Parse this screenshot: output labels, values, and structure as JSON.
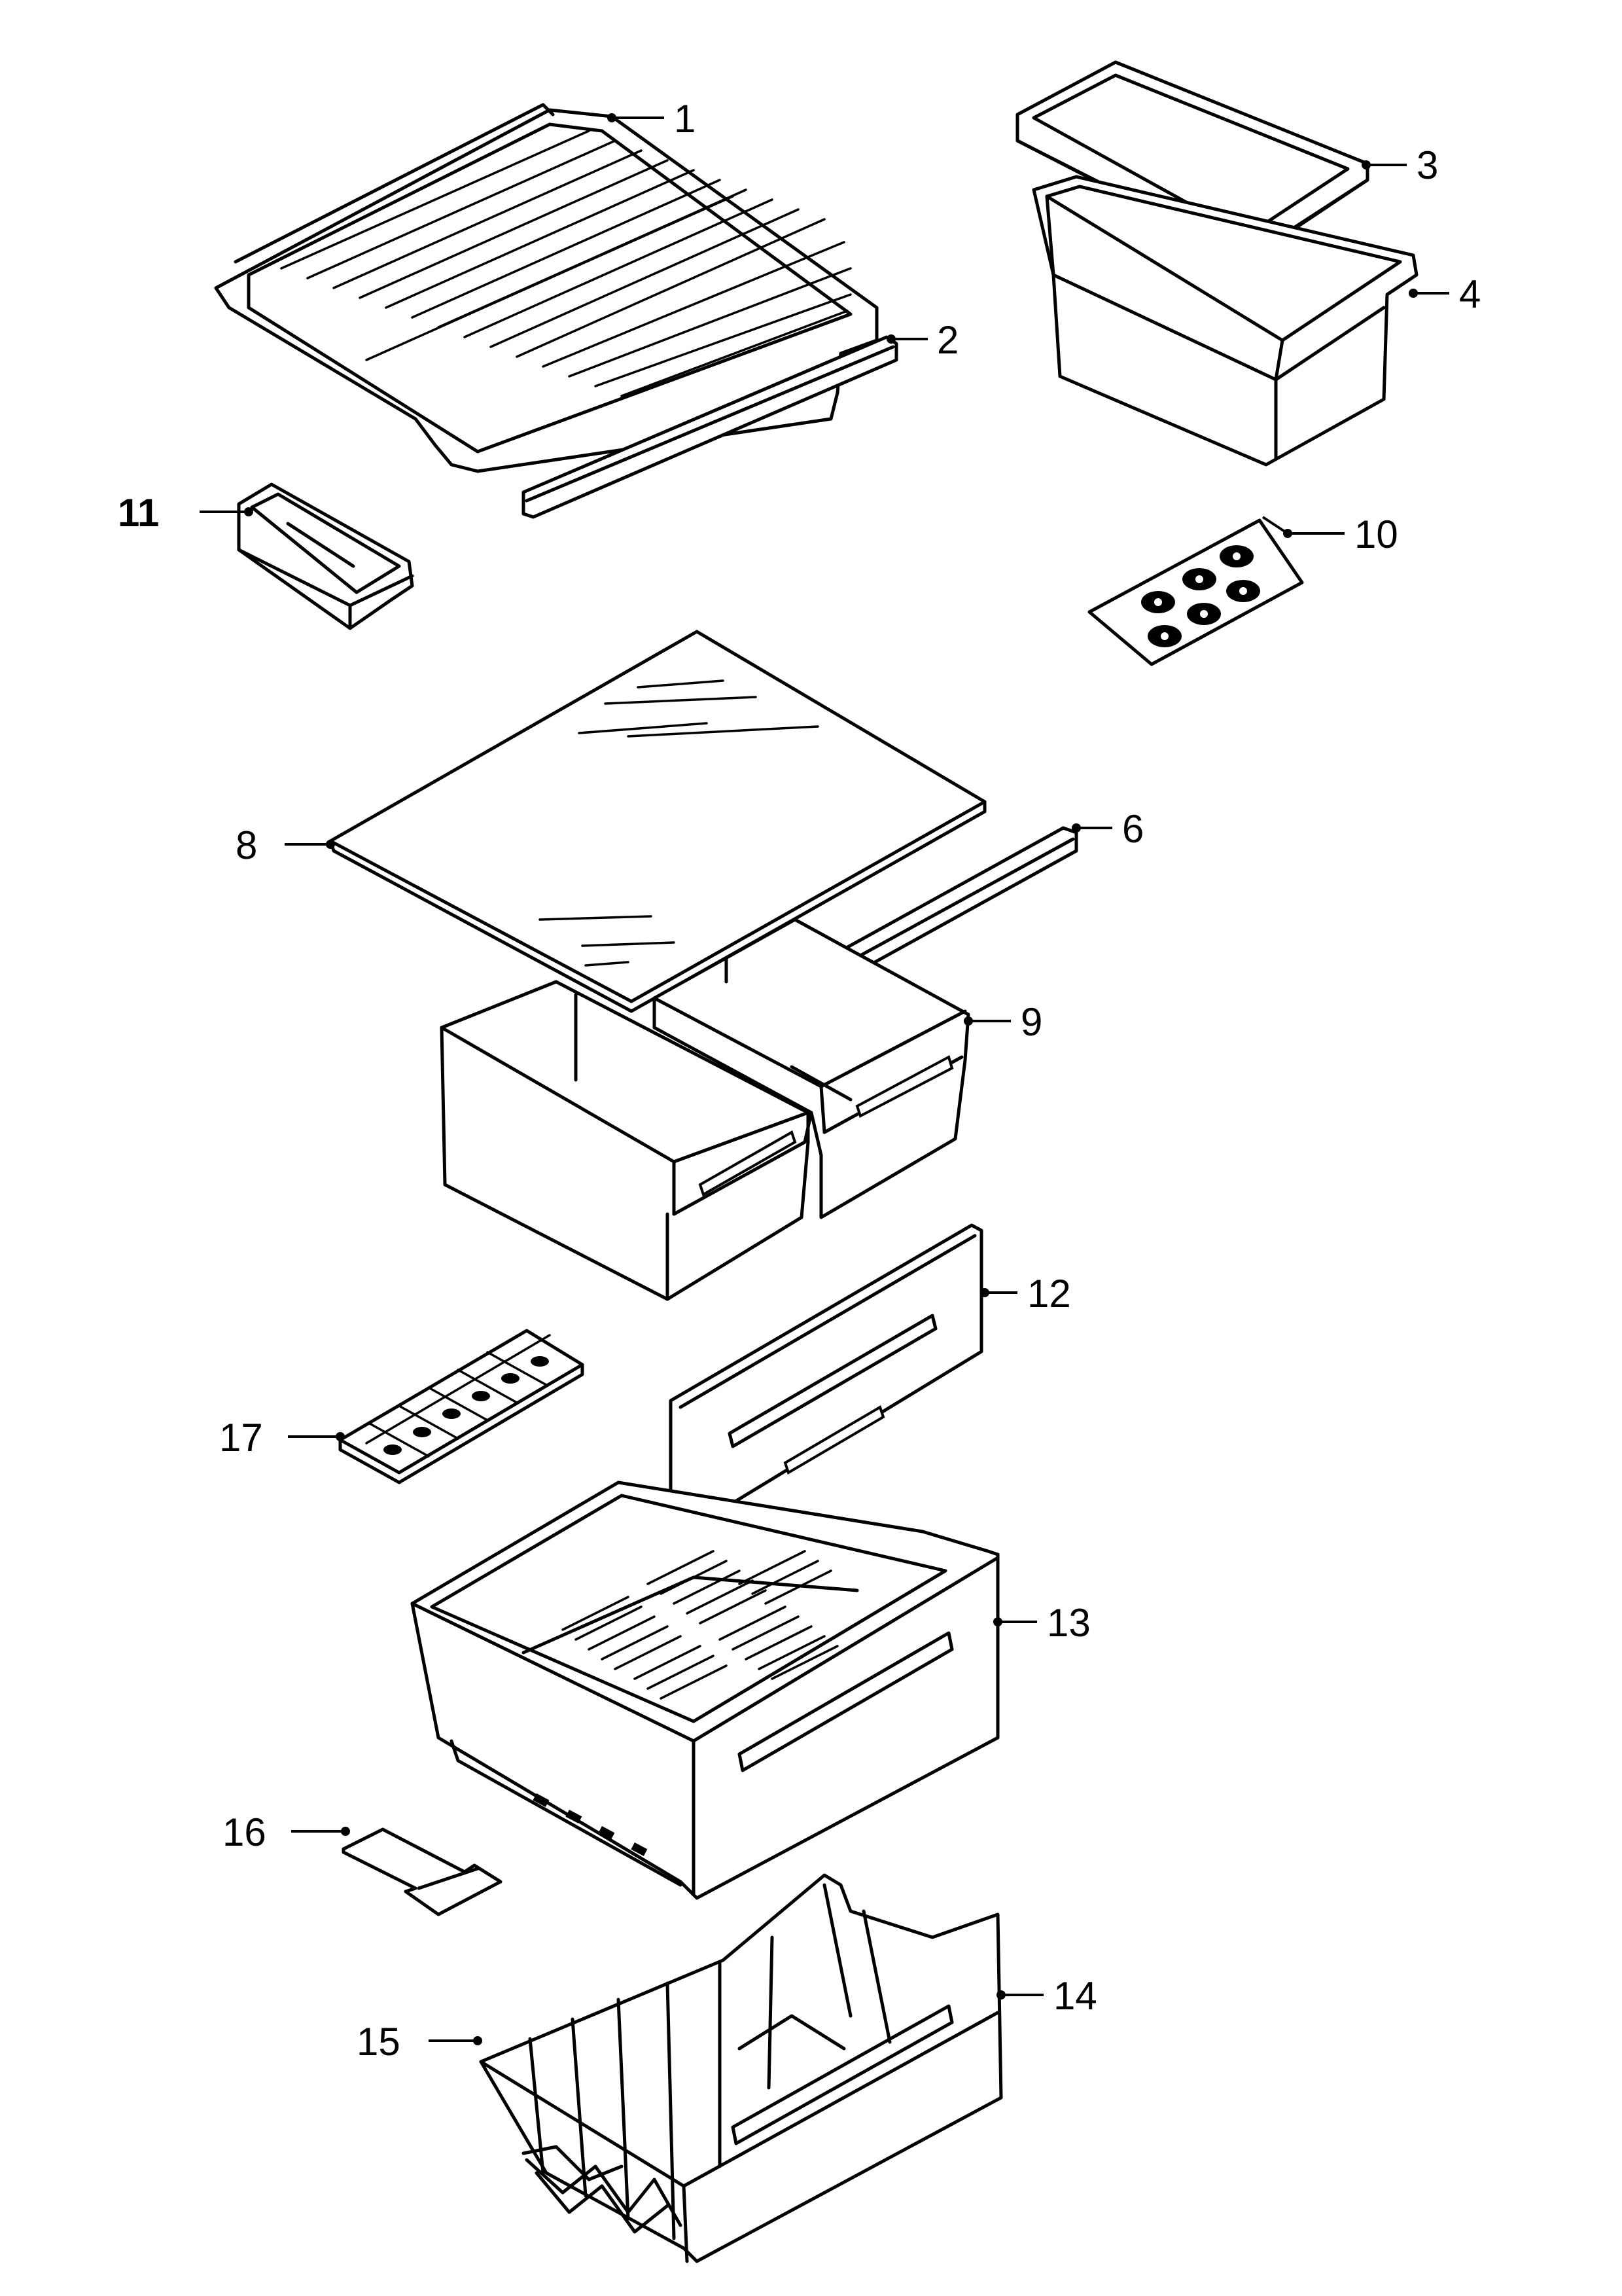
{
  "callouts": {
    "c1": "1",
    "c2": "2",
    "c3": "3",
    "c4": "4",
    "c6": "6",
    "c8": "8",
    "c9": "9",
    "c10": "10",
    "c11": "11",
    "c12": "12",
    "c13": "13",
    "c14": "14",
    "c15": "15",
    "c16": "16",
    "c17": "17"
  },
  "colors": {
    "line": "#000000",
    "background": "#ffffff"
  }
}
